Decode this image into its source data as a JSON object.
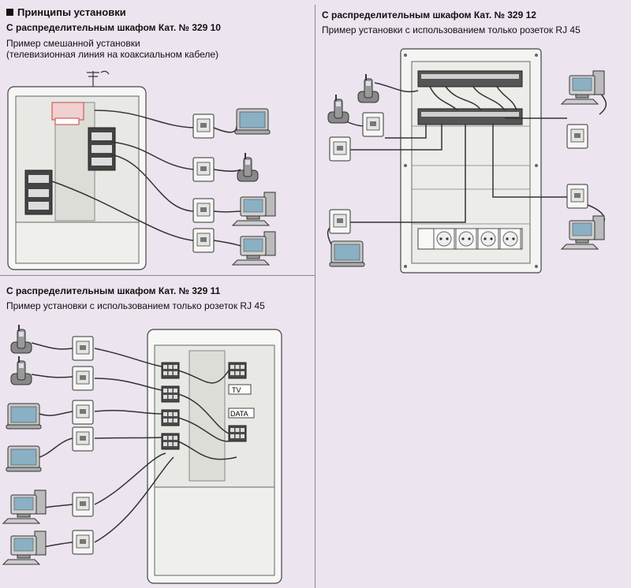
{
  "header": {
    "title": "Принципы установки"
  },
  "section_10": {
    "title": "С распределительным шкафом Кат. № 329 10",
    "caption_line1": "Пример смешанной установки",
    "caption_line2": "(телевизионная линия на коаксиальном кабеле)"
  },
  "section_11": {
    "title": "С распределительным шкафом Кат. № 329 11",
    "caption": "Пример установки с использованием только розеток RJ 45",
    "label_tv": "TV",
    "label_data": "DATA"
  },
  "section_12": {
    "title": "С распределительным шкафом Кат. № 329 12",
    "caption": "Пример установки с использованием только розеток RJ 45"
  },
  "colors": {
    "background": "#ece4ef",
    "cabinet": "#f4f4f2",
    "cable": "#333333",
    "accent": "#d04040"
  },
  "icons": [
    "phone-icon",
    "monitor-icon",
    "computer-icon",
    "wall-socket-icon",
    "antenna-icon",
    "power-outlet-icon"
  ]
}
